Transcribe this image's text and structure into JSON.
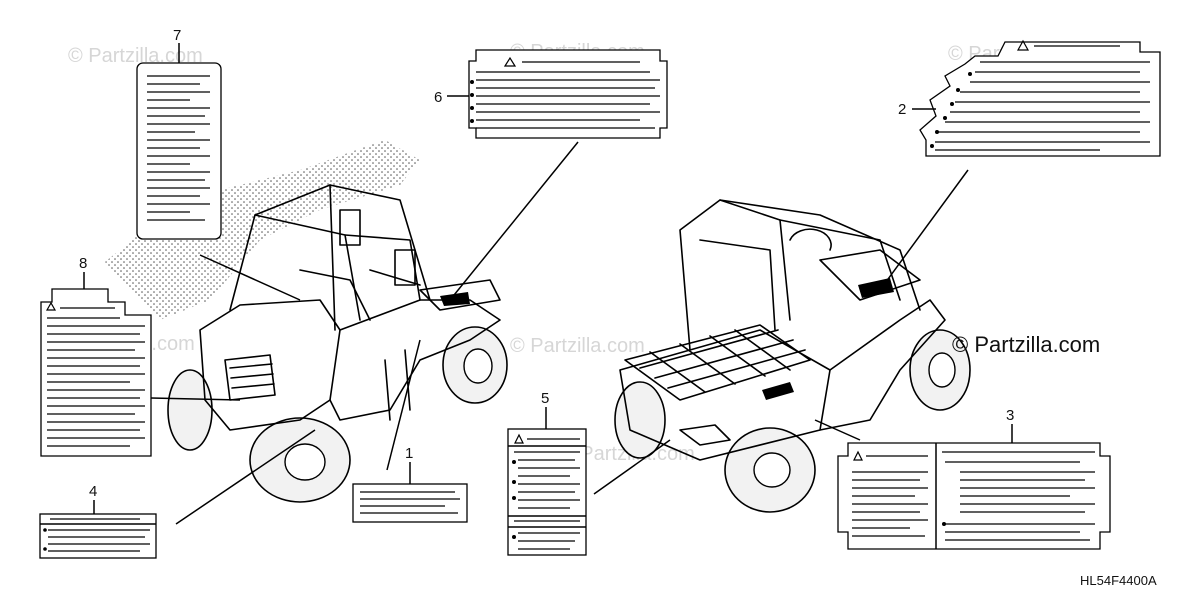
{
  "diagram": {
    "watermarks": [
      "© Partzilla.com",
      "© Partzilla.com",
      "© Partzilla.com",
      "© Partzilla.com",
      "© Partzilla.com",
      "© Partzilla.com"
    ],
    "main_watermark": "© Partzilla.com",
    "diagram_code": "HL54F4400A",
    "callouts": {
      "c1": "1",
      "c2": "2",
      "c3": "3",
      "c4": "4",
      "c5": "5",
      "c6": "6",
      "c7": "7",
      "c8": "8"
    }
  }
}
